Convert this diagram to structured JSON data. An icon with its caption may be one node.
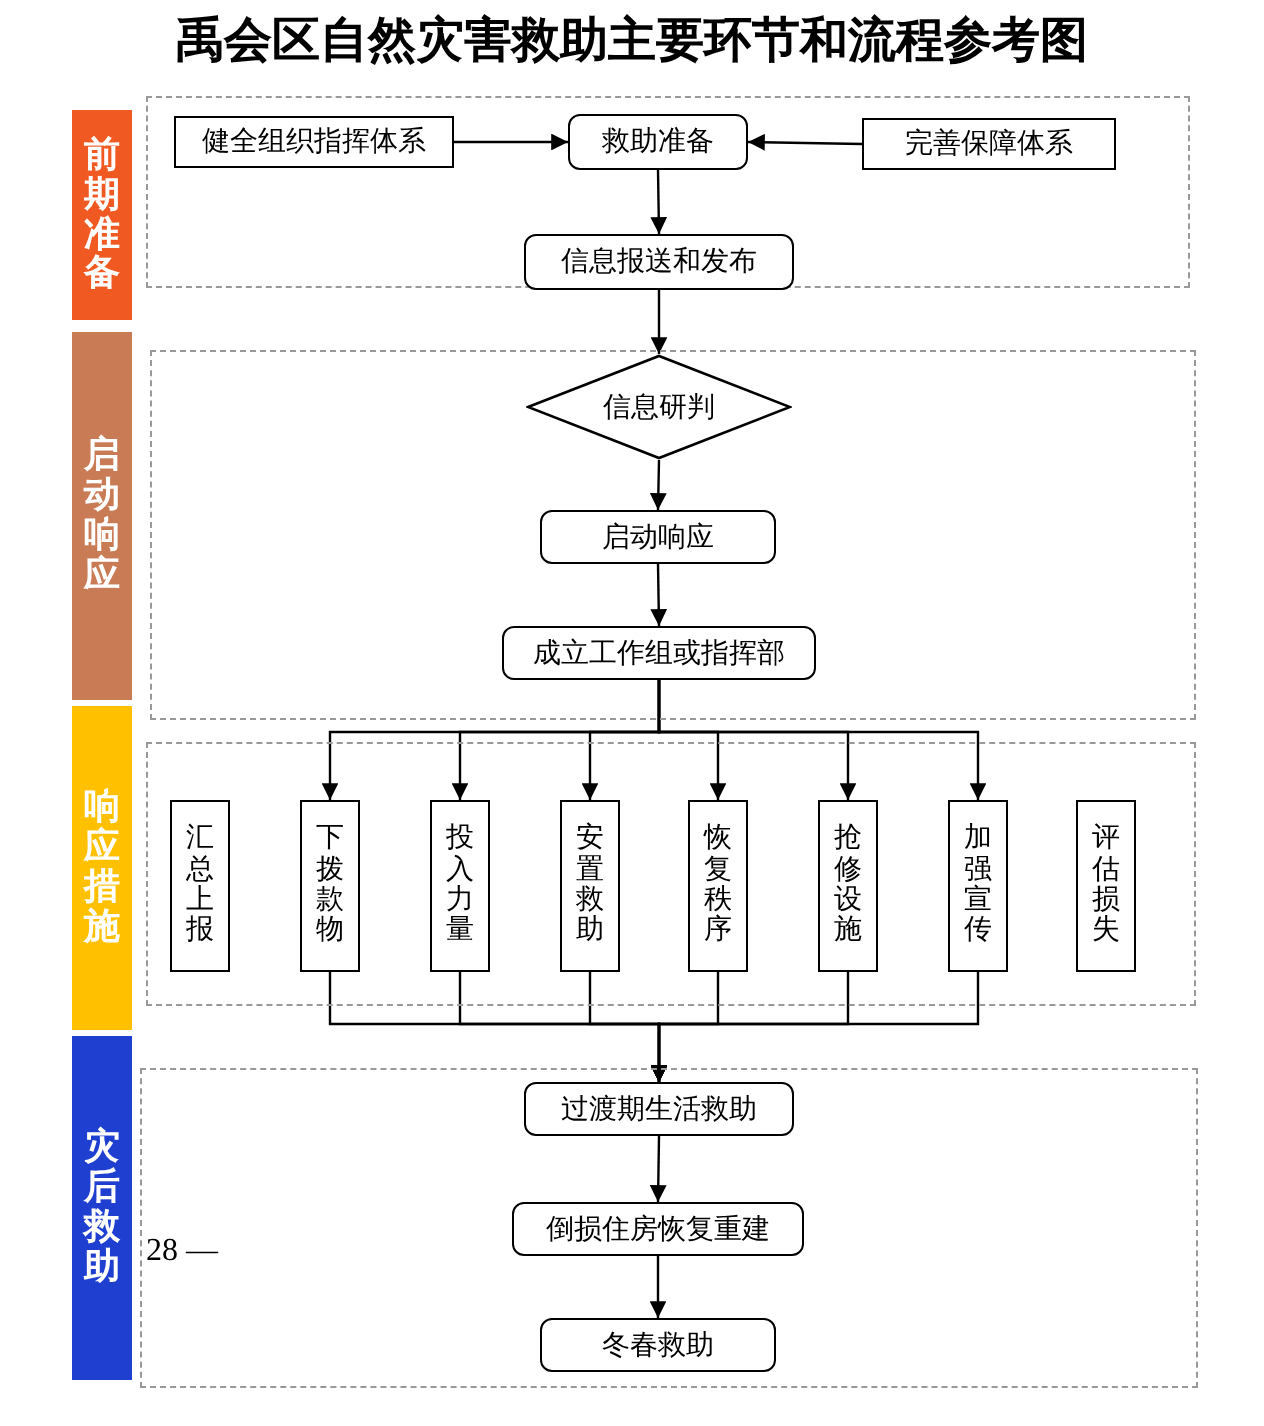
{
  "diagram": {
    "title": "禹会区自然灾害救助主要环节和流程参考图",
    "nodes": [
      {
        "text": [
          "前期准备"
        ]
      },
      {
        "text": [],
        "shape": "box"
      },
      {
        "text": [
          "健全组织指挥体系"
        ],
        "in": 1
      },
      {
        "text": [
          "救助准备"
        ],
        "in": 1
      },
      {
        "text": [
          "完善保障体系"
        ],
        "in": 1
      },
      {
        "text": [
          "信息报送和发布"
        ],
        "in": 1
      },
      {
        "text": [
          "启动响应"
        ]
      },
      {
        "text": [],
        "shape": "box"
      },
      {
        "text": [
          "信息研判"
        ],
        "in": 7
      },
      {
        "text": [
          "启动响应"
        ],
        "in": 7
      },
      {
        "text": [
          "成立工作组或指挥部"
        ],
        "in": 7
      },
      {
        "text": [
          "响应措施"
        ]
      },
      {
        "text": [],
        "shape": "box"
      },
      {
        "text": [
          "汇总上报"
        ],
        "in": 12
      },
      {
        "text": [
          "下拨款物"
        ],
        "in": 12
      },
      {
        "text": [
          "投入力量"
        ],
        "in": 12
      },
      {
        "text": [
          "安置救助"
        ],
        "in": 12
      },
      {
        "text": [
          "恢复秩序"
        ],
        "in": 12
      },
      {
        "text": [
          "抢修设施"
        ],
        "in": 12
      },
      {
        "text": [
          "加强宣传"
        ],
        "in": 12
      },
      {
        "text": [
          "评估损失"
        ],
        "in": 12
      },
      {
        "text": [
          "灾后救助"
        ]
      },
      {
        "text": [],
        "shape": "box"
      },
      {
        "text": [
          "过渡期生活救助"
        ],
        "in": 22
      },
      {
        "text": [
          "倒损住房恢复重建"
        ],
        "in": 22
      },
      {
        "text": [
          "冬春救助"
        ],
        "in": 22
      }
    ],
    "edges": [
      {
        "from": 2,
        "to": 3,
        "arrow": "to"
      },
      {
        "from": 4,
        "to": 3,
        "arrow": "to"
      },
      {
        "from": 3,
        "to": 5,
        "arrow": "to"
      },
      {
        "from": 5,
        "to": 8,
        "arrow": "to"
      },
      {
        "from": 8,
        "to": 9,
        "arrow": "to"
      },
      {
        "from": 9,
        "to": 10,
        "arrow": "to"
      },
      {
        "from": 10,
        "to": 14,
        "arrow": "to"
      },
      {
        "from": 10,
        "to": 15,
        "arrow": "to"
      },
      {
        "from": 10,
        "to": 16,
        "arrow": "to"
      },
      {
        "from": 10,
        "to": 17,
        "arrow": "to"
      },
      {
        "from": 10,
        "to": 18,
        "arrow": "to"
      },
      {
        "from": 10,
        "to": 19,
        "arrow": "to"
      },
      {
        "from": 14,
        "to": 23,
        "arrow": "to"
      },
      {
        "from": 15,
        "to": 23,
        "arrow": "to"
      },
      {
        "from": 16,
        "to": 23,
        "arrow": "to"
      },
      {
        "from": 17,
        "to": 23,
        "arrow": "to"
      },
      {
        "from": 18,
        "to": 23,
        "arrow": "to"
      },
      {
        "from": 19,
        "to": 23,
        "arrow": "to"
      },
      {
        "from": 23,
        "to": 24,
        "arrow": "to"
      },
      {
        "from": 24,
        "to": 25,
        "arrow": "to"
      }
    ],
    "labels": [
      "28 —"
    ]
  }
}
